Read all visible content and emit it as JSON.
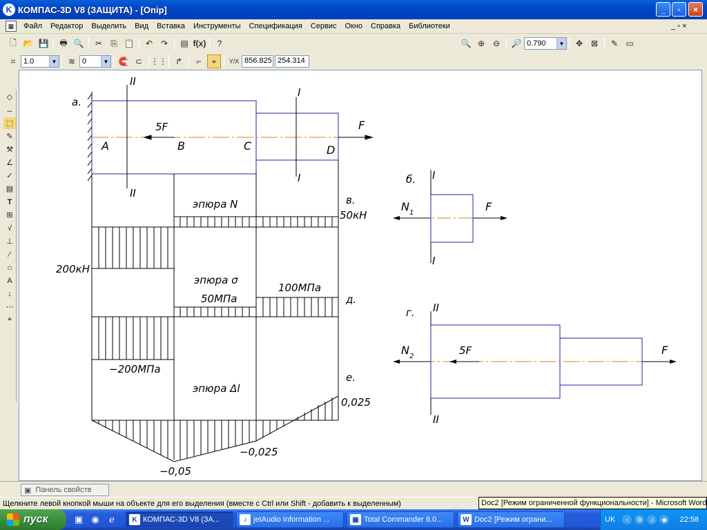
{
  "window": {
    "title": "КОМПАС-3D V8 (ЗАЩИТА) - [Оnip]",
    "minimize": "_",
    "maximize": "▫",
    "close": "×"
  },
  "menu": [
    "Файл",
    "Редактор",
    "Выделить",
    "Вид",
    "Вставка",
    "Инструменты",
    "Спецификация",
    "Сервис",
    "Окно",
    "Справка",
    "Библиотеки"
  ],
  "mdi_controls": "_ ▫ ×",
  "toolbar": {
    "zoom": "0.790",
    "line_step": "1.0",
    "layer": "0",
    "coord_x": "856.825",
    "coord_y": "254.314"
  },
  "drawing": {
    "labels": {
      "a": "а.",
      "b": "б.",
      "v": "в.",
      "g": "г.",
      "d": "д.",
      "e": "е.",
      "A": "A",
      "B": "B",
      "C": "C",
      "D": "D",
      "I_top": "I",
      "I_bottom": "I",
      "II_top": "II",
      "II_bottom": "II",
      "F": "F",
      "5F": "5F",
      "b_I_top": "I",
      "b_I_bottom": "I",
      "b_F": "F",
      "b_N": "N",
      "b_N_sub": "1",
      "g_II_top": "II",
      "g_II_bottom": "II",
      "g_F": "F",
      "g_5F": "5F",
      "g_N": "N",
      "g_N_sub": "2"
    },
    "epure_N": {
      "title": "эпюра N",
      "left_value": "200кН",
      "right_value": "50кН"
    },
    "epure_sigma": {
      "title": "эпюра σ",
      "mid_value": "50МПа",
      "right_value": "100МПа",
      "left_value": "−200МПа"
    },
    "epure_dl": {
      "title": "эпюра Δl",
      "right_value": "0,025",
      "mid_value": "−0,025",
      "bottom_value": "−0,05"
    }
  },
  "props_tab": "Панель свойств",
  "status": "Щелкните левой кнопкой мыши на объекте для его выделения (вместе с Ctrl или Shift - добавить к выделенным)",
  "tooltip": "Doc2 [Режим ограниченной функциональности] - Microsoft Word",
  "taskbar": {
    "start": "пуск",
    "tasks": [
      "КОМПАС-3D V8 (ЗА...",
      "jetAudio Information ...",
      "Total Commander 6.0...",
      "Doc2 [Режим ограни..."
    ],
    "lang": "UK",
    "clock": "22:58"
  }
}
